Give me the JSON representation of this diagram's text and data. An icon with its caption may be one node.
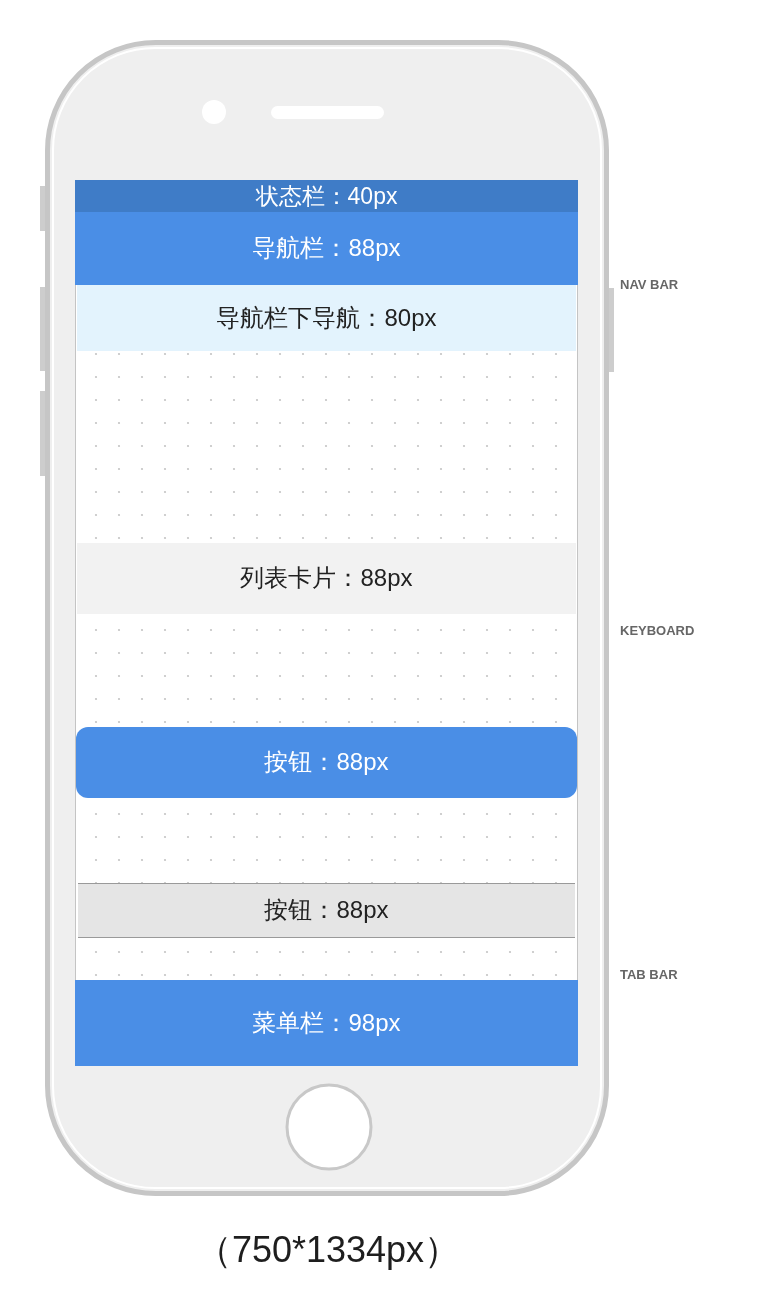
{
  "diagram": {
    "caption": "（750*1334px）",
    "nodes": [
      {
        "text": [
          "状态栏：40px"
        ]
      },
      {
        "text": [
          "导航栏：88px"
        ]
      },
      {
        "text": [
          "导航栏下导航：80px"
        ]
      },
      {
        "text": [
          "列表卡片：88px"
        ]
      },
      {
        "text": [
          "按钮：88px"
        ]
      },
      {
        "text": [
          "按钮：88px"
        ]
      },
      {
        "text": [
          "菜单栏：98px"
        ]
      }
    ],
    "labels": [
      "NAV BAR",
      "KEYBOARD",
      "TAB BAR"
    ]
  }
}
